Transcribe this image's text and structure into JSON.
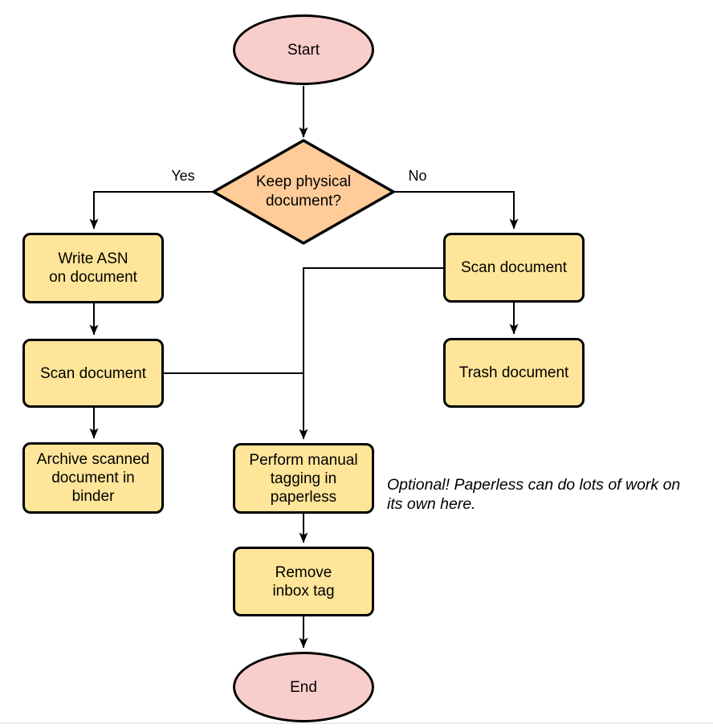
{
  "colors": {
    "terminal_fill": "#f8cecc",
    "decision_fill": "#ffcc99",
    "process_fill": "#ffe599",
    "stroke": "#000000"
  },
  "nodes": {
    "start": {
      "label": "Start"
    },
    "decision": {
      "label": "Keep physical\ndocument?"
    },
    "write_asn": {
      "label": "Write ASN\non document"
    },
    "scan_left": {
      "label": "Scan document"
    },
    "archive": {
      "label": "Archive scanned\ndocument in\nbinder"
    },
    "scan_right": {
      "label": "Scan document"
    },
    "trash": {
      "label": "Trash document"
    },
    "perform_tagging": {
      "label": "Perform manual\ntagging in\npaperless"
    },
    "remove_inbox": {
      "label": "Remove\ninbox tag"
    },
    "end": {
      "label": "End"
    }
  },
  "edge_labels": {
    "yes": "Yes",
    "no": "No"
  },
  "annotation": {
    "text": "Optional! Paperless can do lots of work on\nits own here."
  }
}
